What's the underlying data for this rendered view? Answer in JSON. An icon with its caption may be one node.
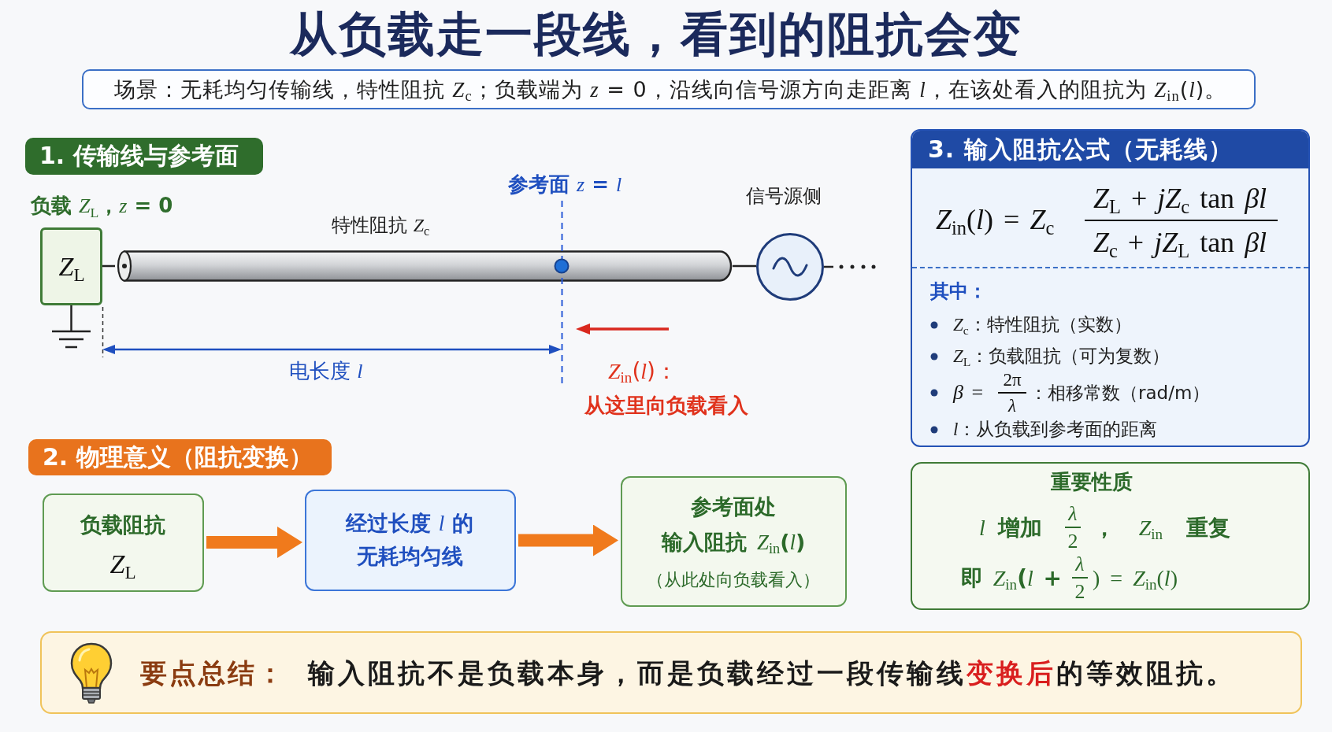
{
  "diagram": {
    "title": "从负载走一段线，看到的阻抗会变",
    "nodes": [
      {
        "text": [
          "场景：无耗均匀传输线，特性阻抗 *Z*$_{c}$；负载端为 *z* = 0，沿线向信号源方向走距离 *l*，在该处看入的阻抗为 *Z*$_{in}$(*l*)。"
        ]
      },
      {
        "text": [
          "1. 传输线与参考面"
        ]
      },
      {
        "text": [
          "*Z*$_{L}$"
        ],
        "beside": [
          "负载 *Z*$_{L}$，*z* = 0"
        ]
      },
      {
        "text": [],
        "shape": "cylinder",
        "beside": [
          "特性阻抗 *Z*$_{c}$"
        ]
      },
      {
        "text": [],
        "shape": "circle",
        "beside": [
          "信号源侧"
        ]
      },
      {
        "text": [
          "3. 输入阻抗公式（无耗线）",
          "*Z*$_{in}$(*l*) = *Z*$_{c}$",
          "*Z*$_{L}$ + *jZ*$_{c}$ tan *βl*",
          "*Z*$_{c}$ + *jZ*$_{L}$ tan *βl*",
          "其中：",
          "*Z*$_{c}$：特性阻抗（实数）",
          "*Z*$_{L}$：负载阻抗（可为复数）",
          "*β* =",
          "2π",
          "*λ*",
          "：相移常数（rad/m）",
          "*l*：从负载到参考面的距离"
        ]
      },
      {
        "text": [
          "2. 物理意义（阻抗变换）"
        ]
      },
      {
        "text": [
          "负载阻抗",
          "*Z*$_{L}$"
        ]
      },
      {
        "text": [
          "经过长度 *l* 的无耗均匀线"
        ]
      },
      {
        "text": [
          "参考面处",
          "输入阻抗 *Z*$_{in}$(*l*)",
          "（从此处向负载看入）"
        ]
      },
      {
        "text": [
          "重要性质",
          "*l* 增加",
          "*λ*",
          "2",
          "， *Z*$_{in}$ 重复",
          "即 *Z*$_{in}$(*l* +",
          "*λ*",
          "2",
          ") = *Z*$_{in}$(*l*)"
        ]
      },
      {
        "text": [
          "要点总结：",
          "输入阻抗不是负载本身，而是负载经过一段传输线**变换后**的等效阻抗。"
        ]
      }
    ],
    "edges": [
      {
        "from": 2,
        "to": 3,
        "arrow": "none"
      },
      {
        "from": 3,
        "to": 4,
        "arrow": "none"
      },
      {
        "from": 7,
        "to": 8,
        "arrow": "to",
        "style": "thick",
        "color": "#f07a1c"
      },
      {
        "from": 8,
        "to": 9,
        "arrow": "to",
        "style": "thick",
        "color": "#f07a1c"
      }
    ],
    "labels": [
      "参考面 *z* = *l*",
      "电长度 *l*",
      "*Z*$_{in}$(*l*)：",
      "从这里向负载看入"
    ]
  }
}
